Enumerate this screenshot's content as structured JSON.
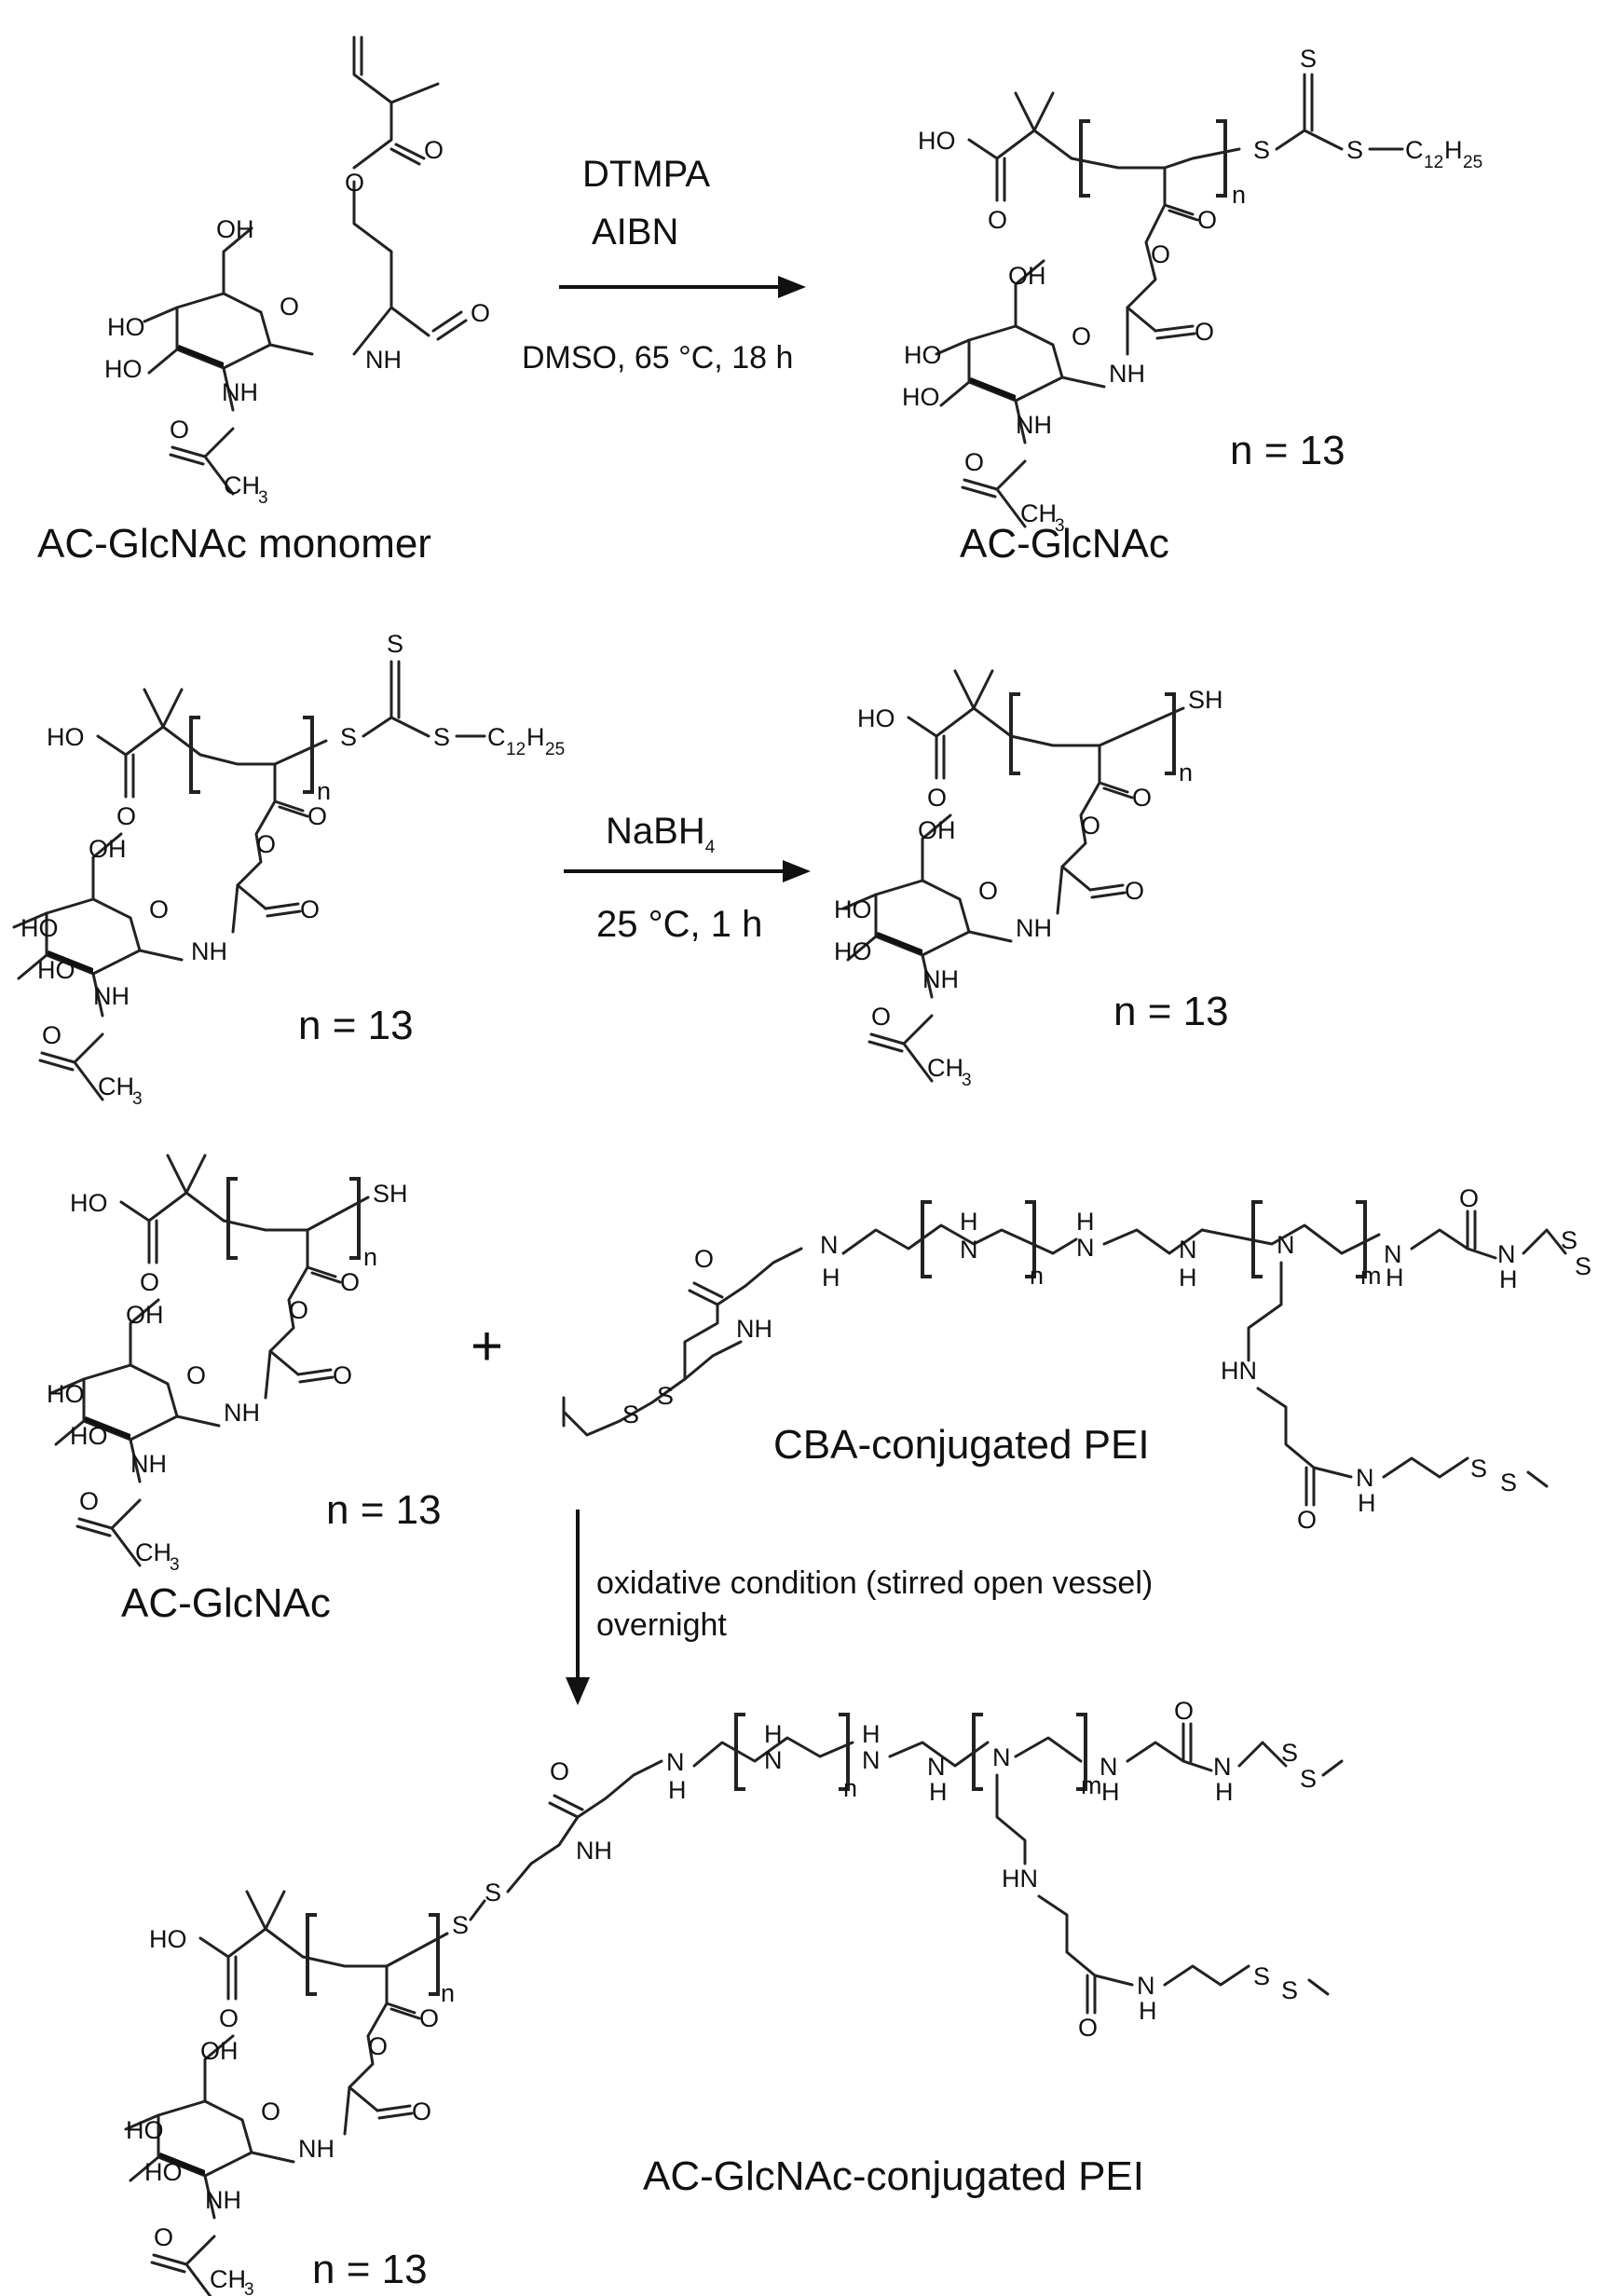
{
  "reaction1": {
    "reagent1": "DTMPA",
    "reagent2": "AIBN",
    "conditions": "DMSO, 65 °C, 18 h",
    "reactant_label": "AC-GlcNAc monomer",
    "product_label": "AC-GlcNAc",
    "product_n": "n = 13"
  },
  "reaction2": {
    "reagent": "NaBH4",
    "conditions": "25 °C, 1 h",
    "reactant_n": "n = 13",
    "product_n": "n = 13"
  },
  "reaction3": {
    "plus": "+",
    "reactant1_label": "AC-GlcNAc",
    "reactant1_n": "n = 13",
    "reactant2_label": "CBA-conjugated PEI",
    "conditions_line1": "oxidative condition (stirred open vessel)",
    "conditions_line2": "overnight",
    "product_label": "AC-GlcNAc-conjugated PEI",
    "product_n": "n = 13"
  },
  "atoms": {
    "OH": "OH",
    "HO": "HO",
    "O": "O",
    "NH": "NH",
    "N": "N",
    "H": "H",
    "HN": "HN",
    "S": "S",
    "SH": "SH",
    "CH3": "CH3",
    "C12H25": "C12H25",
    "n": "n",
    "m": "m"
  }
}
